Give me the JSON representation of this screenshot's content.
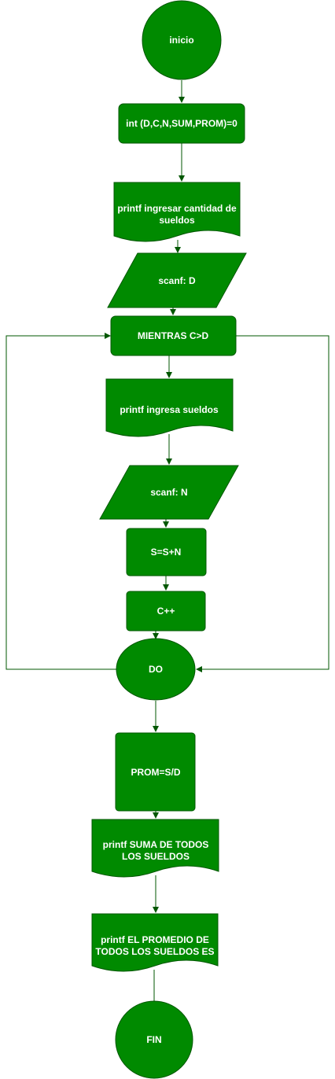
{
  "nodes": {
    "start": "inicio",
    "declare": "int (D,C,N,SUM,PROM)=0",
    "prompt_count": [
      "printf ingresar cantidad de",
      "sueldos"
    ],
    "read_d": "scanf: D",
    "loop": "MIENTRAS C>D",
    "prompt_salary": "printf ingresa sueldos",
    "read_n": "scanf: N",
    "accumulate": "S=S+N",
    "increment": "C++",
    "do": "DO",
    "average": "PROM=S/D",
    "print_sum": [
      "printf SUMA DE  TODOS",
      "LOS SUELDOS"
    ],
    "print_avg": [
      "printf EL PROMEDIO DE",
      "TODOS LOS SUELDOS ES"
    ],
    "end": "FIN"
  },
  "colors": {
    "fill": "#008a00",
    "stroke": "#005700",
    "text": "#ffffff",
    "background": "#ffffff"
  }
}
